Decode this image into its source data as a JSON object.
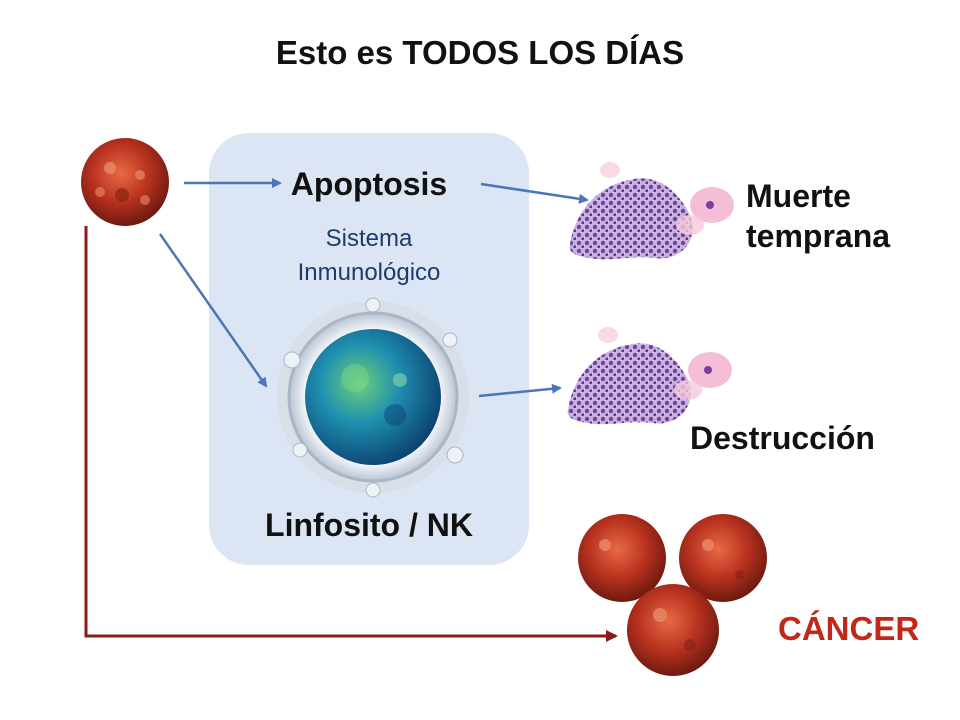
{
  "title": "Esto es TODOS LOS DÍAS",
  "labels": {
    "apoptosis": "Apoptosis",
    "sistema_line1": "Sistema",
    "sistema_line2": "Inmunológico",
    "linfocito": "Linfosito / NK",
    "muerte_line1": "Muerte",
    "muerte_line2": "temprana",
    "destruccion": "Destrucción",
    "cancer": "CÁNCER"
  },
  "colors": {
    "panel": "#dbe5f3",
    "arrow_blue": "#4a76b8",
    "arrow_red": "#8b1a1a",
    "cancer_text": "#c2281a",
    "cancer_cell": "#b8321f"
  },
  "icons": [
    "cancer-cell-icon",
    "lymphocyte-icon",
    "apoptotic-cells-icon",
    "destroyed-cells-icon",
    "tumor-cluster-icon"
  ]
}
